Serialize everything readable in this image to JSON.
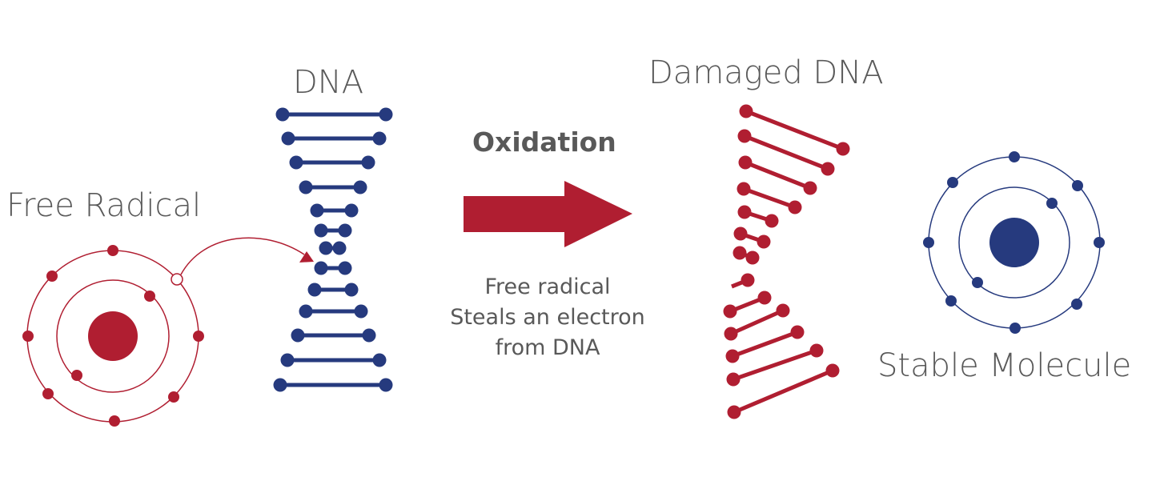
{
  "labels": {
    "free_radical": "Free Radical",
    "dna": "DNA",
    "oxidation": "Oxidation",
    "description": [
      "Free radical",
      "Steals an electron",
      "from DNA"
    ],
    "damaged_dna": "Damaged DNA",
    "stable_molecule": "Stable Molecule"
  },
  "colors": {
    "red": "#b01e31",
    "blue": "#263a7e",
    "text": "#595959"
  }
}
